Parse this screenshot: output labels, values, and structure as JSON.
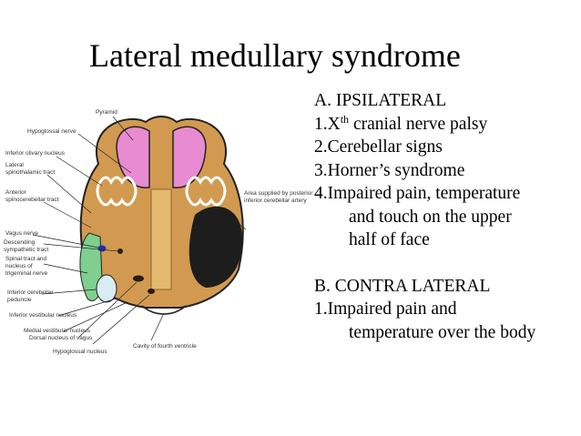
{
  "title": "Lateral medullary syndrome",
  "diagram": {
    "labels": {
      "pyramid": "Pyramid",
      "hypoglossal_nerve": "Hypoglossal nerve",
      "inferior_olivary_nucleus": "Inferior olivary nucleus",
      "lateral_spinothalamic_1": "Lateral",
      "lateral_spinothalamic_2": "spinothalamic tract",
      "anterior_spinocerebellar_1": "Anterior",
      "anterior_spinocerebellar_2": "spinocerebellar tract",
      "vagus_nerve": "Vagus nerve",
      "descending_sympathetic_1": "Descending",
      "descending_sympathetic_2": "sympathetic tract",
      "spinal_tract_1": "Spinal tract and",
      "spinal_tract_2": "nucleus of",
      "spinal_tract_3": "trigeminal nerve",
      "inferior_cerebellar_1": "Inferior cerebellar",
      "inferior_cerebellar_2": "peduncle",
      "inferior_vestibular": "Inferior vestibular nucleus",
      "medial_vestibular": "Medial vestibular nucleus",
      "dorsal_vagus": "Dorsal nucleus of vagus",
      "hypoglossal_nucleus": "Hypoglossal nucleus",
      "fourth_ventricle": "Cavity of fourth ventricle",
      "area_supplied_1": "Area supplied by posterior",
      "area_supplied_2": "inferior cerebellar artery"
    }
  },
  "notes": {
    "ipsi_heading": "A.  IPSILATERAL",
    "ipsi_1_pre": "1.X",
    "ipsi_1_sup": "th",
    "ipsi_1_post": " cranial nerve palsy",
    "ipsi_2": "2.Cerebellar signs",
    "ipsi_3": "3.Horner’s syndrome",
    "ipsi_4a": "4.Impaired pain, temperature",
    "ipsi_4b": "and touch on the upper",
    "ipsi_4c": "half of face",
    "contra_heading": "B. CONTRA LATERAL",
    "contra_1a": "1.Impaired pain and",
    "contra_1b": "temperature over the body"
  },
  "colors": {
    "tissue": "#d29a50",
    "pyramid": "#e98bd0",
    "lesion": "#1d1d1d",
    "trigeminal": "#7fcf8f",
    "peduncle": "#d9ecf2",
    "outline": "#222222"
  }
}
